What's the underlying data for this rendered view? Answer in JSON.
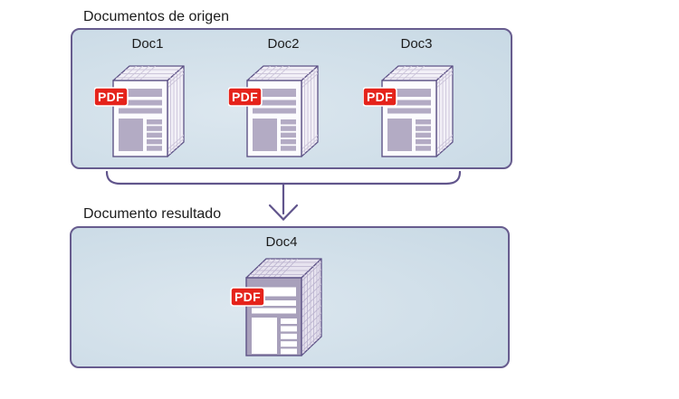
{
  "diagram": {
    "source_section": {
      "title": "Documentos de origen",
      "documents": [
        {
          "label": "Doc1",
          "badge": "PDF"
        },
        {
          "label": "Doc2",
          "badge": "PDF"
        },
        {
          "label": "Doc3",
          "badge": "PDF"
        }
      ]
    },
    "result_section": {
      "title": "Documento resultado",
      "documents": [
        {
          "label": "Doc4",
          "badge": "PDF"
        }
      ]
    },
    "colors": {
      "box_border": "#675c8e",
      "box_fill_light": "#dce7ef",
      "box_fill_dark": "#bed1df",
      "connector_line": "#61558c",
      "doc_outline": "#5e5387",
      "doc_content_bars": "#b3abc4",
      "doc4_page_fill": "#a8a0bb",
      "pdf_badge_red": "#e5231b",
      "text": "#1c1c1c"
    }
  }
}
